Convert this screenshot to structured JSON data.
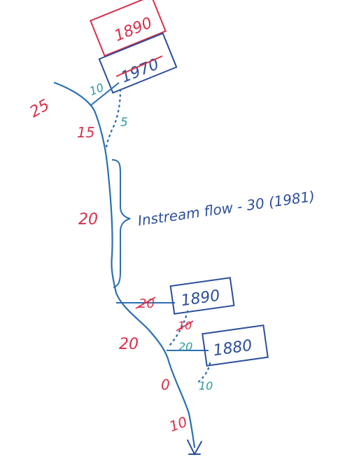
{
  "flow_labels": {
    "top_left": "25",
    "upper_reach": "15",
    "middle_reach": "20",
    "lower_reach": "20",
    "below_confluence": "0",
    "bottom": "10"
  },
  "top_box": {
    "red_year": "1890",
    "blue_year": "1970",
    "diversion_amount": "10",
    "return_amount": "5"
  },
  "instream_flow": {
    "label": "Instream flow - 30 (1981)"
  },
  "mid_box": {
    "year": "1890",
    "crossed_amount": "20",
    "return_amount": "10"
  },
  "low_box": {
    "year": "1880",
    "diversion_amount": "20",
    "return_amount": "10"
  },
  "colors": {
    "river": "#2c6fb0",
    "red_ink": "#d8304a",
    "teal_ink": "#2a9a9a",
    "blue_ink": "#2c4f9a"
  }
}
